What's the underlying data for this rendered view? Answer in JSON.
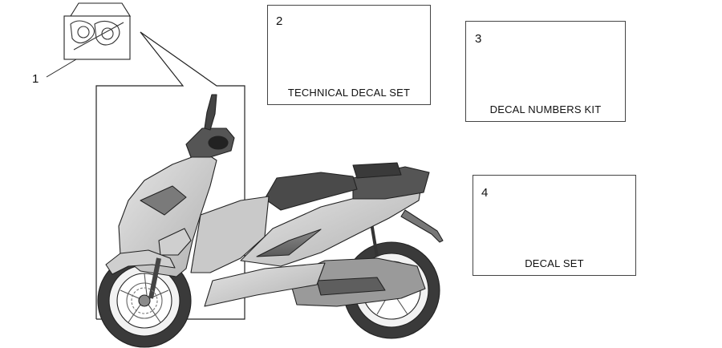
{
  "diagram": {
    "callouts": [
      {
        "number": "1",
        "label": ""
      },
      {
        "number": "2",
        "label": "TECHNICAL DECAL SET"
      },
      {
        "number": "3",
        "label": "DECAL NUMBERS KIT"
      },
      {
        "number": "4",
        "label": "DECAL SET"
      }
    ],
    "colors": {
      "line": "#222222",
      "body_light": "#d9d9d9",
      "body_mid": "#b5b5b5",
      "body_dark": "#6e6e6e",
      "tire": "#3a3a3a"
    }
  }
}
